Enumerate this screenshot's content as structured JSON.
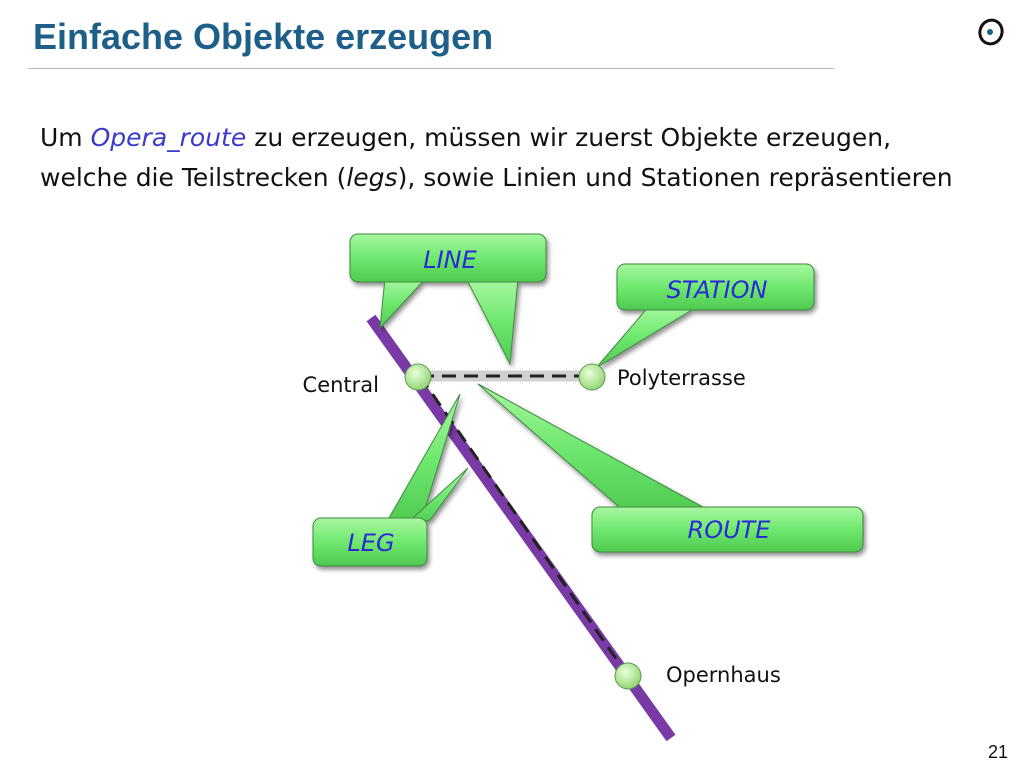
{
  "slide": {
    "title": "Einfache Objekte erzeugen",
    "page_number": "21",
    "logo_icon": "eth-logo-icon"
  },
  "body": {
    "intro": "Um ",
    "class_name": "Opera_route",
    "text_1": " zu erzeugen, müssen wir zuerst Objekte erzeugen, welche die Teilstrecken (",
    "legs_word": "legs",
    "text_2": "), sowie Linien und Stationen repräsentieren"
  },
  "callouts": {
    "line": "LINE",
    "station": "STATION",
    "leg": "LEG",
    "route": "ROUTE"
  },
  "stations": {
    "central": "Central",
    "polyterrasse": "Polyterrasse",
    "opernhaus": "Opernhaus"
  },
  "colors": {
    "title": "#1e5f8a",
    "highlight": "#3a3acb",
    "line": "#7a3aa6",
    "callout_fill": "#7aed7a",
    "callout_text": "#2a2ad6",
    "station_fill": "#b6f0a0"
  }
}
